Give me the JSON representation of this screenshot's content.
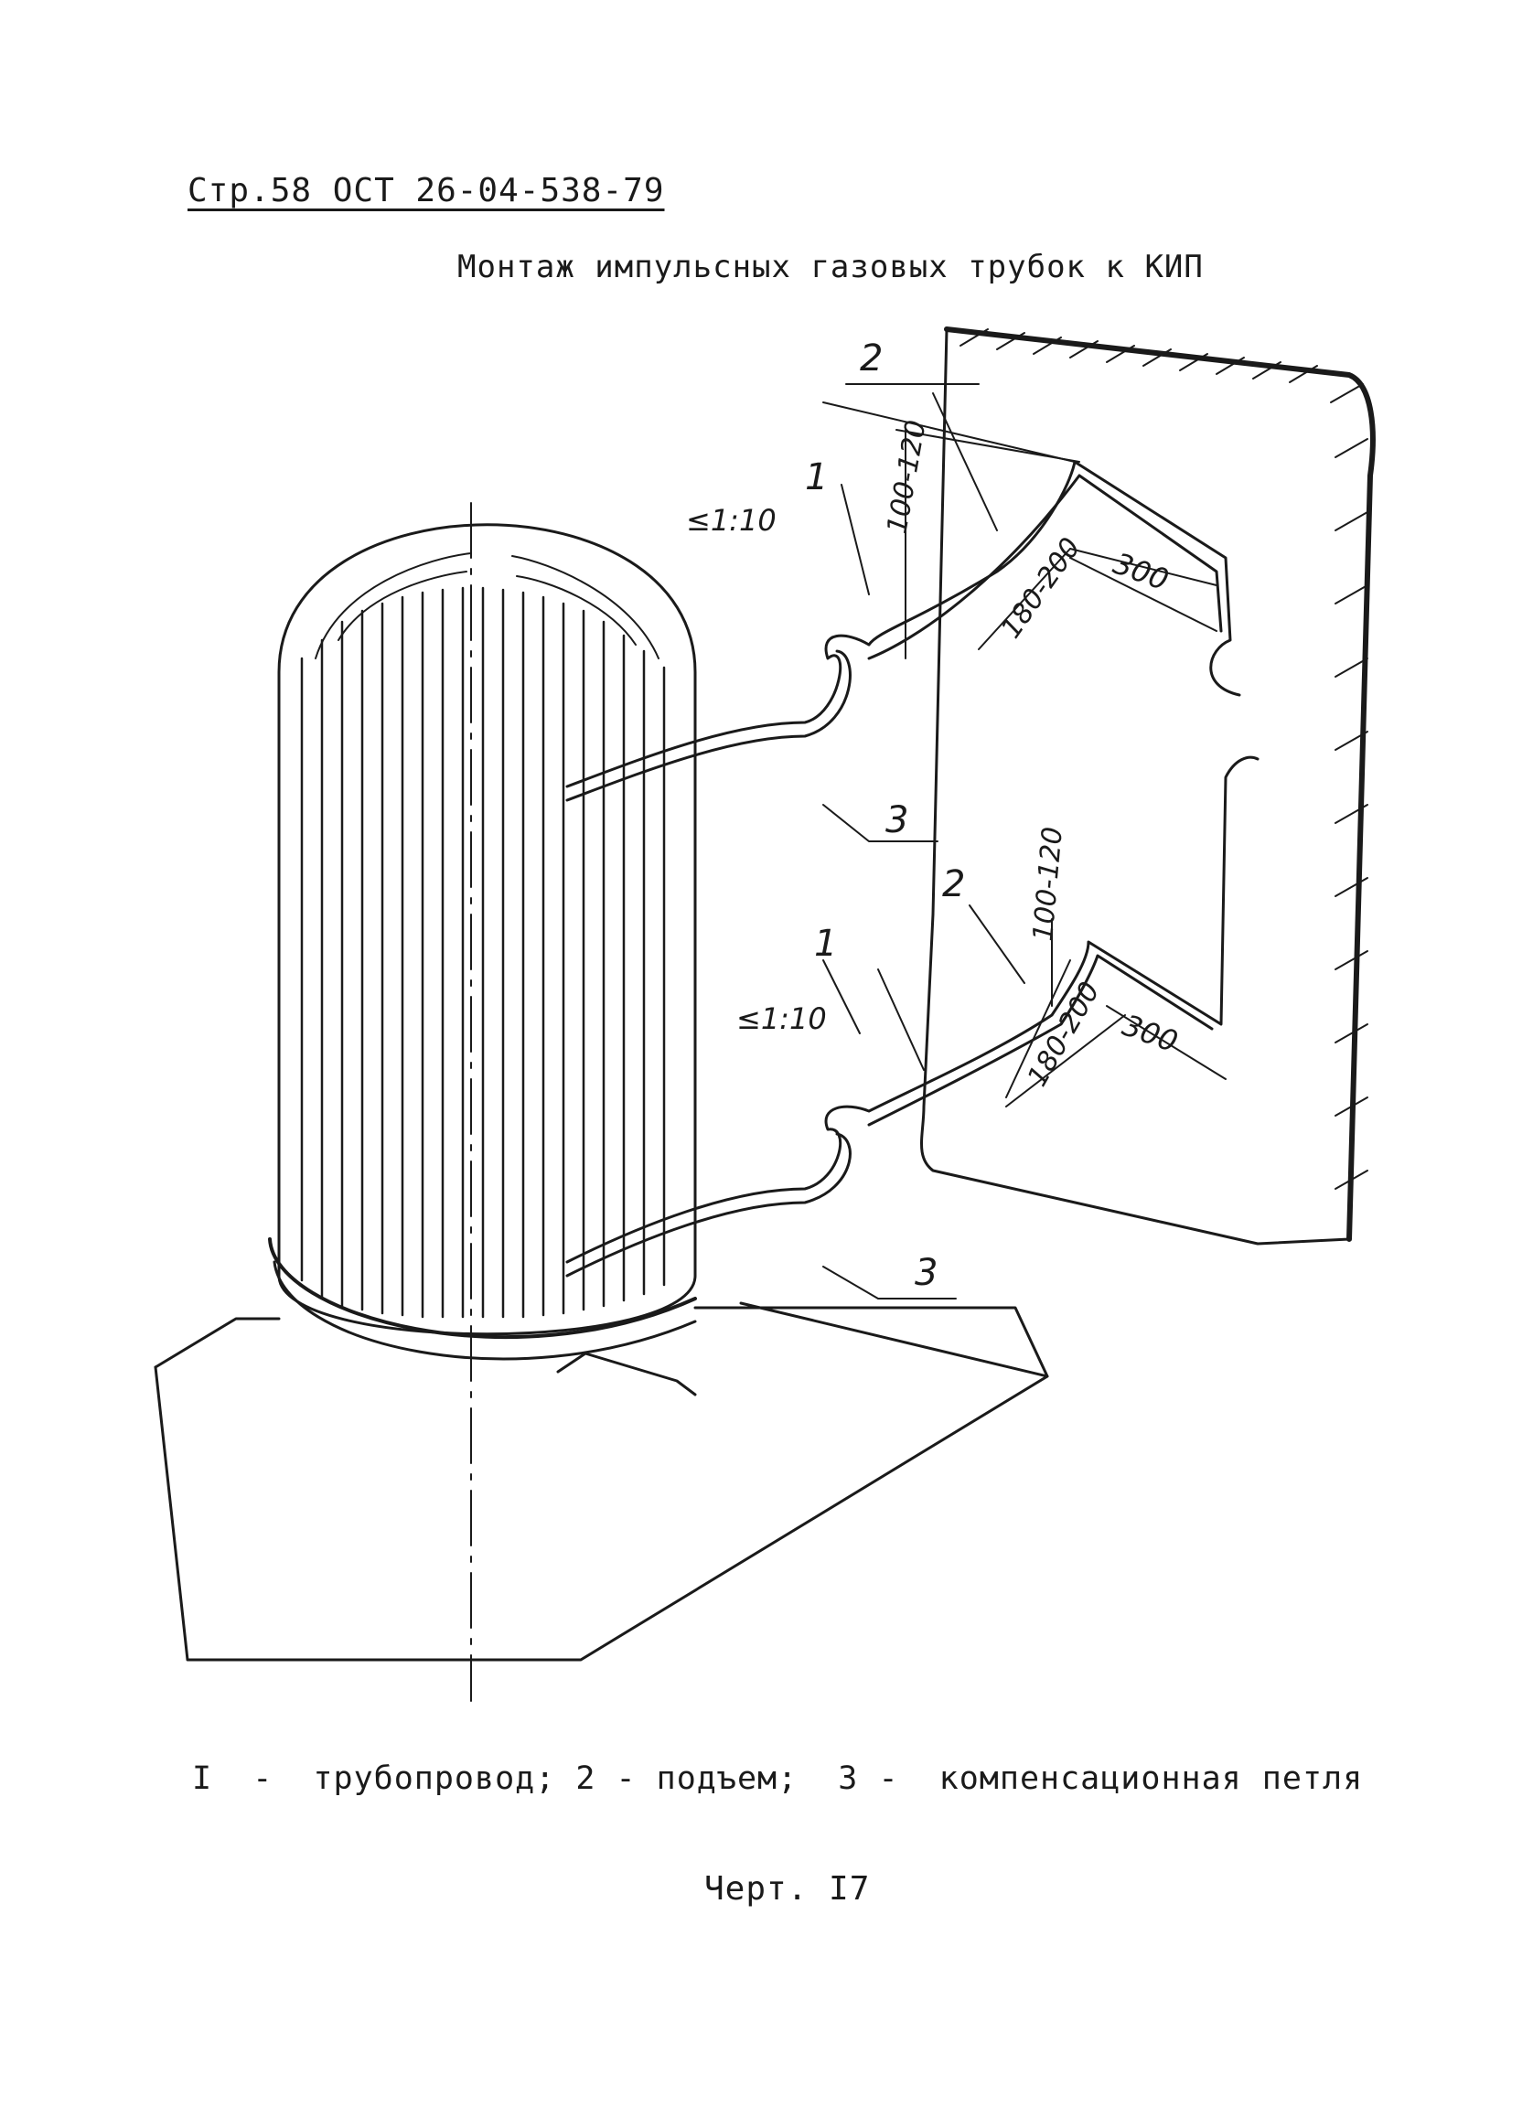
{
  "header": {
    "text": "Стр.58 ОСТ 26-04-538-79"
  },
  "title": "Монтаж импульсных газовых трубок к КИП",
  "figure": {
    "upper": {
      "num1": "1",
      "num2": "2",
      "num3": "3",
      "slope": "≤1:10",
      "height": "100-120",
      "rise": "180-200",
      "len": "300"
    },
    "lower": {
      "num1": "1",
      "num2": "2",
      "num3": "3",
      "slope": "≤1:10",
      "height": "100-120",
      "rise": "180-200",
      "len": "300"
    }
  },
  "legend": {
    "text": "I  -  трубопровод; 2 - подъем;  3 -  компенсационная петля"
  },
  "caption": "Черт. I7"
}
